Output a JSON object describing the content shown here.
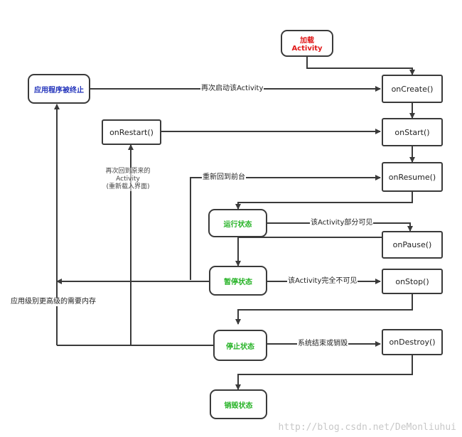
{
  "nodes": {
    "load": "加载\nActivity",
    "terminated": "应用程序被终止",
    "on_create": "onCreate()",
    "on_restart": "onRestart()",
    "on_start": "onStart()",
    "on_resume": "onResume()",
    "running": "运行状态",
    "on_pause": "onPause()",
    "paused": "暂停状态",
    "on_stop": "onStop()",
    "stopped": "停止状态",
    "on_destroy": "onDestroy()",
    "destroyed": "销毁状态"
  },
  "edge_labels": {
    "restart_activity": "再次启动该Activity",
    "back_foreground": "重新回到前台",
    "partially_visible": "该Activity部分可见",
    "fully_invisible": "该Activity完全不可见",
    "system_destroy": "系统结束或销毁",
    "higher_priority_memory": "应用级别更高级的需要内存",
    "restart_note": "再次回到原来的\nActivity\n(重新载入界面)"
  },
  "watermark": "http://blog.csdn.net/DeMonliuhui",
  "colors": {
    "green_text": "#27b327",
    "blue_text": "#2233bb",
    "red_text": "#e01818",
    "line": "#3a3a3a"
  }
}
